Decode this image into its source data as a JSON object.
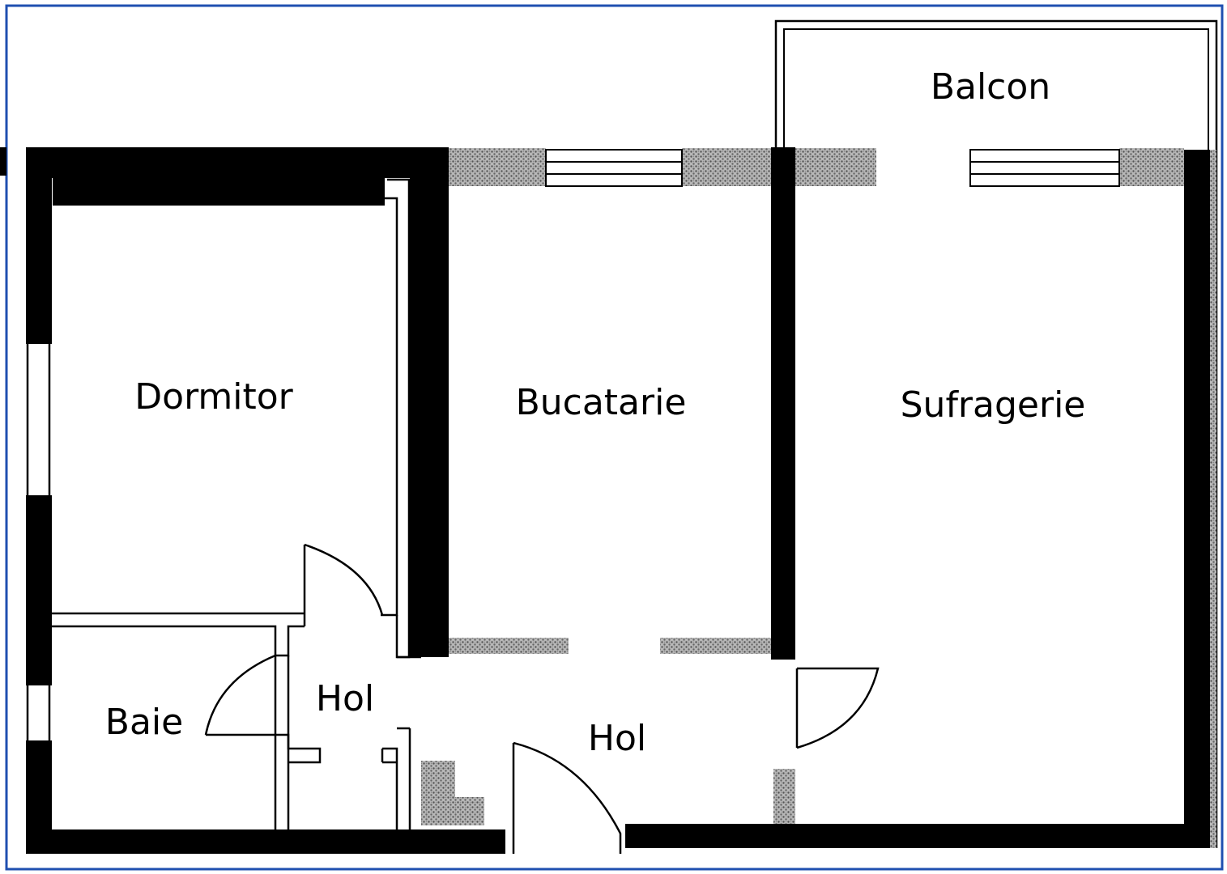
{
  "frame_color": "#1f4fb0",
  "wall_color": "#000000",
  "hatch_color": "#7a7a7a",
  "rooms": {
    "balcon": "Balcon",
    "dormitor": "Dormitor",
    "bucatarie": "Bucatarie",
    "sufragerie": "Sufragerie",
    "baie": "Baie",
    "hol_small": "Hol",
    "hol_large": "Hol"
  }
}
